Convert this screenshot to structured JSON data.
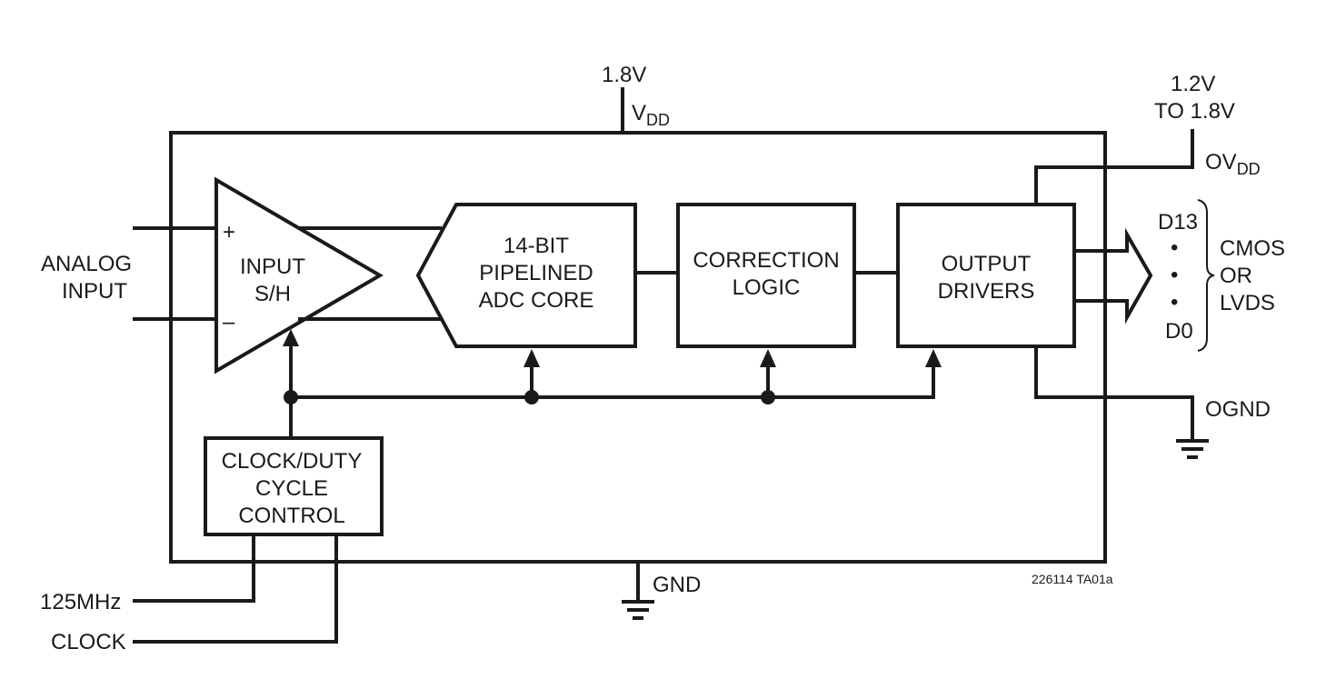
{
  "labels": {
    "vdd_voltage": "1.8V",
    "vdd": "V",
    "vdd_sub": "DD",
    "ovdd_range_top": "1.2V",
    "ovdd_range_bottom": "TO 1.8V",
    "ovdd": "OV",
    "ovdd_sub": "DD",
    "analog_input_line1": "ANALOG",
    "analog_input_line2": "INPUT",
    "plus": "+",
    "minus": "–",
    "sh_line1": "INPUT",
    "sh_line2": "S/H",
    "adc_line1": "14-BIT",
    "adc_line2": "PIPELINED",
    "adc_line3": "ADC CORE",
    "corr_line1": "CORRECTION",
    "corr_line2": "LOGIC",
    "out_line1": "OUTPUT",
    "out_line2": "DRIVERS",
    "d13": "D13",
    "bullet": "•",
    "d0": "D0",
    "cmos": "CMOS",
    "or": "OR",
    "lvds": "LVDS",
    "ognd": "OGND",
    "gnd": "GND",
    "clk_line1": "CLOCK/DUTY",
    "clk_line2": "CYCLE",
    "clk_line3": "CONTROL",
    "clock_freq": "125MHz",
    "clock": "CLOCK",
    "figure_id": "226114 TA01a"
  },
  "colors": {
    "ink": "#1a1a1a",
    "background": "#ffffff"
  }
}
